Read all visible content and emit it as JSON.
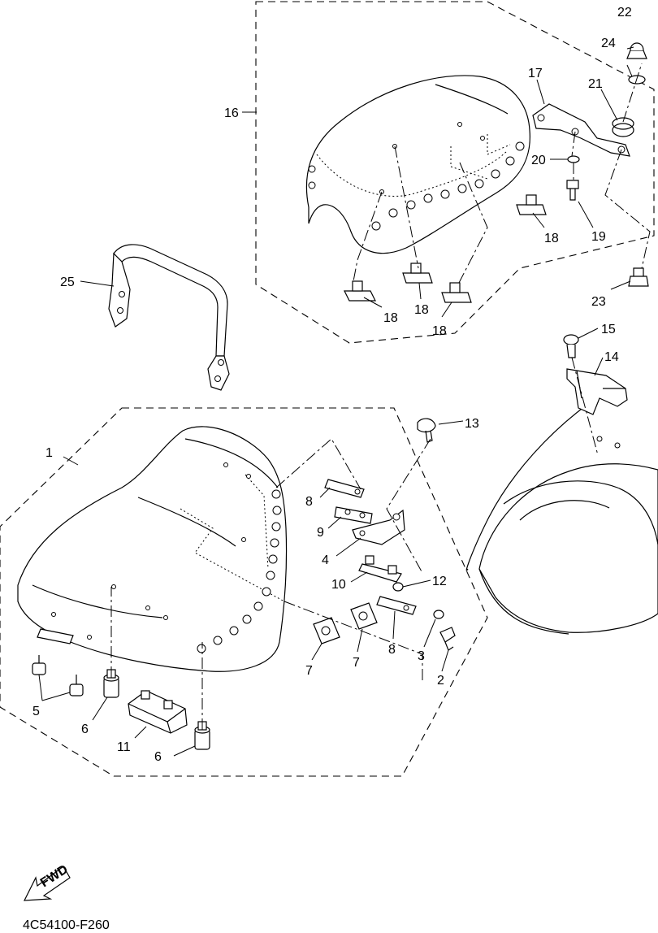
{
  "diagram_code": "4C54100-F260",
  "fwd_label": "FWD",
  "callouts": [
    "1",
    "2",
    "3",
    "4",
    "5",
    "6",
    "6",
    "7",
    "7",
    "8",
    "8",
    "9",
    "10",
    "11",
    "12",
    "13",
    "14",
    "15",
    "16",
    "17",
    "18",
    "18",
    "18",
    "18",
    "19",
    "20",
    "21",
    "22",
    "23",
    "24",
    "25"
  ],
  "parts": [
    "rider-seat",
    "bolt",
    "washer",
    "seat-bracket",
    "seat-damper",
    "seat-stopper",
    "nut-plate",
    "seat-plate",
    "seat-spacer",
    "spacer-plate",
    "rubber-block",
    "collar",
    "flange-bolt",
    "rear-bracket",
    "socket-bolt",
    "passenger-seat",
    "bracket",
    "clip-nut",
    "bolt",
    "washer",
    "grommet",
    "cap-nut",
    "rubber-damper",
    "plain-washer",
    "grab-strap"
  ]
}
